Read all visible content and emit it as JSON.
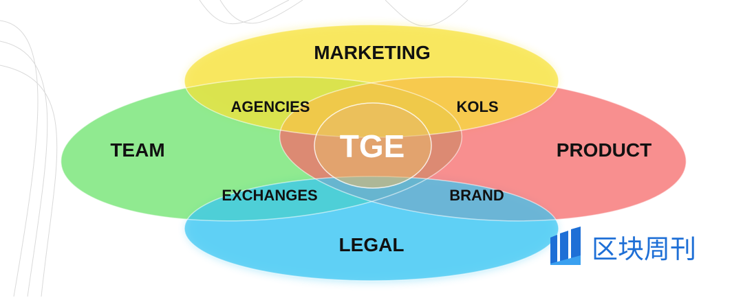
{
  "diagram": {
    "labels": {
      "marketing": "MARKETING",
      "team": "TEAM",
      "product": "PRODUCT",
      "legal": "LEGAL",
      "agencies": "AGENCIES",
      "kols": "KOLS",
      "exchanges": "EXCHANGES",
      "brand": "BRAND",
      "center": "TGE"
    },
    "colors": {
      "marketing": "#f6e23c",
      "team": "#6be36b",
      "product": "#f66a6a",
      "legal": "#3cc6f2",
      "text": "#111111",
      "center_text": "#ffffff"
    }
  },
  "watermark": {
    "text": "区块周刊",
    "color": "#1e6fd6"
  }
}
